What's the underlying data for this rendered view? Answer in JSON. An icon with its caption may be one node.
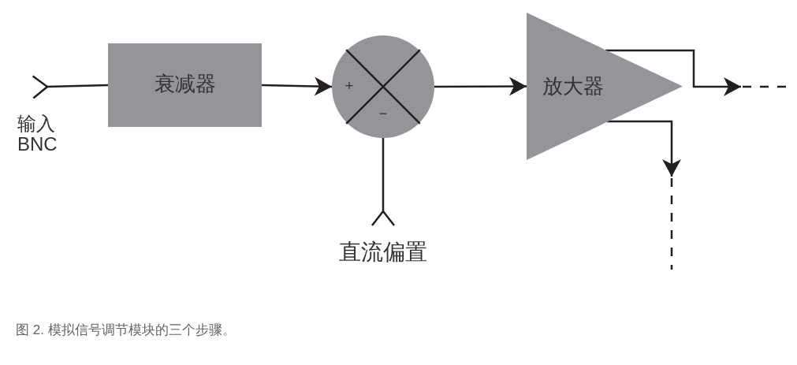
{
  "diagram": {
    "caption": "图 2. 模拟信号调节模块的三个步骤。",
    "nodes": [
      {
        "text": [
          "输入 BNC"
        ]
      },
      {
        "text": [
          "衰减器"
        ]
      },
      {
        "text": [
          "+",
          "−"
        ]
      },
      {
        "text": [
          "直流偏置"
        ]
      },
      {
        "text": [
          "放大器"
        ]
      }
    ],
    "edges": [
      {
        "from": 0,
        "to": 1,
        "arrow": "other"
      },
      {
        "from": 1,
        "to": 2,
        "arrow": "to"
      },
      {
        "from": 3,
        "to": 2,
        "arrow": "other"
      },
      {
        "from": 2,
        "to": 4,
        "arrow": "to"
      },
      {
        "from": 4,
        "to": null,
        "arrow": "to"
      },
      {
        "from": 4,
        "to": null,
        "arrow": "to"
      }
    ]
  }
}
